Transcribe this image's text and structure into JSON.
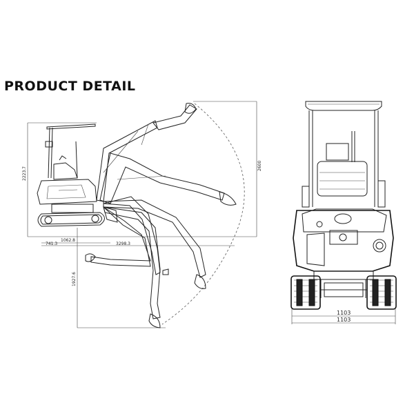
{
  "header": {
    "title": "PRODUCT DETAIL"
  },
  "side_view": {
    "dimensions": {
      "overall_height": "2223.7",
      "max_reach_height": "2600",
      "dig_depth": "1927.6",
      "d1": "1062.8",
      "d2": "741.3",
      "d3": "3298.3"
    }
  },
  "front_view": {
    "dimensions": {
      "track_width_1": "1103",
      "track_width_2": "1103"
    }
  }
}
